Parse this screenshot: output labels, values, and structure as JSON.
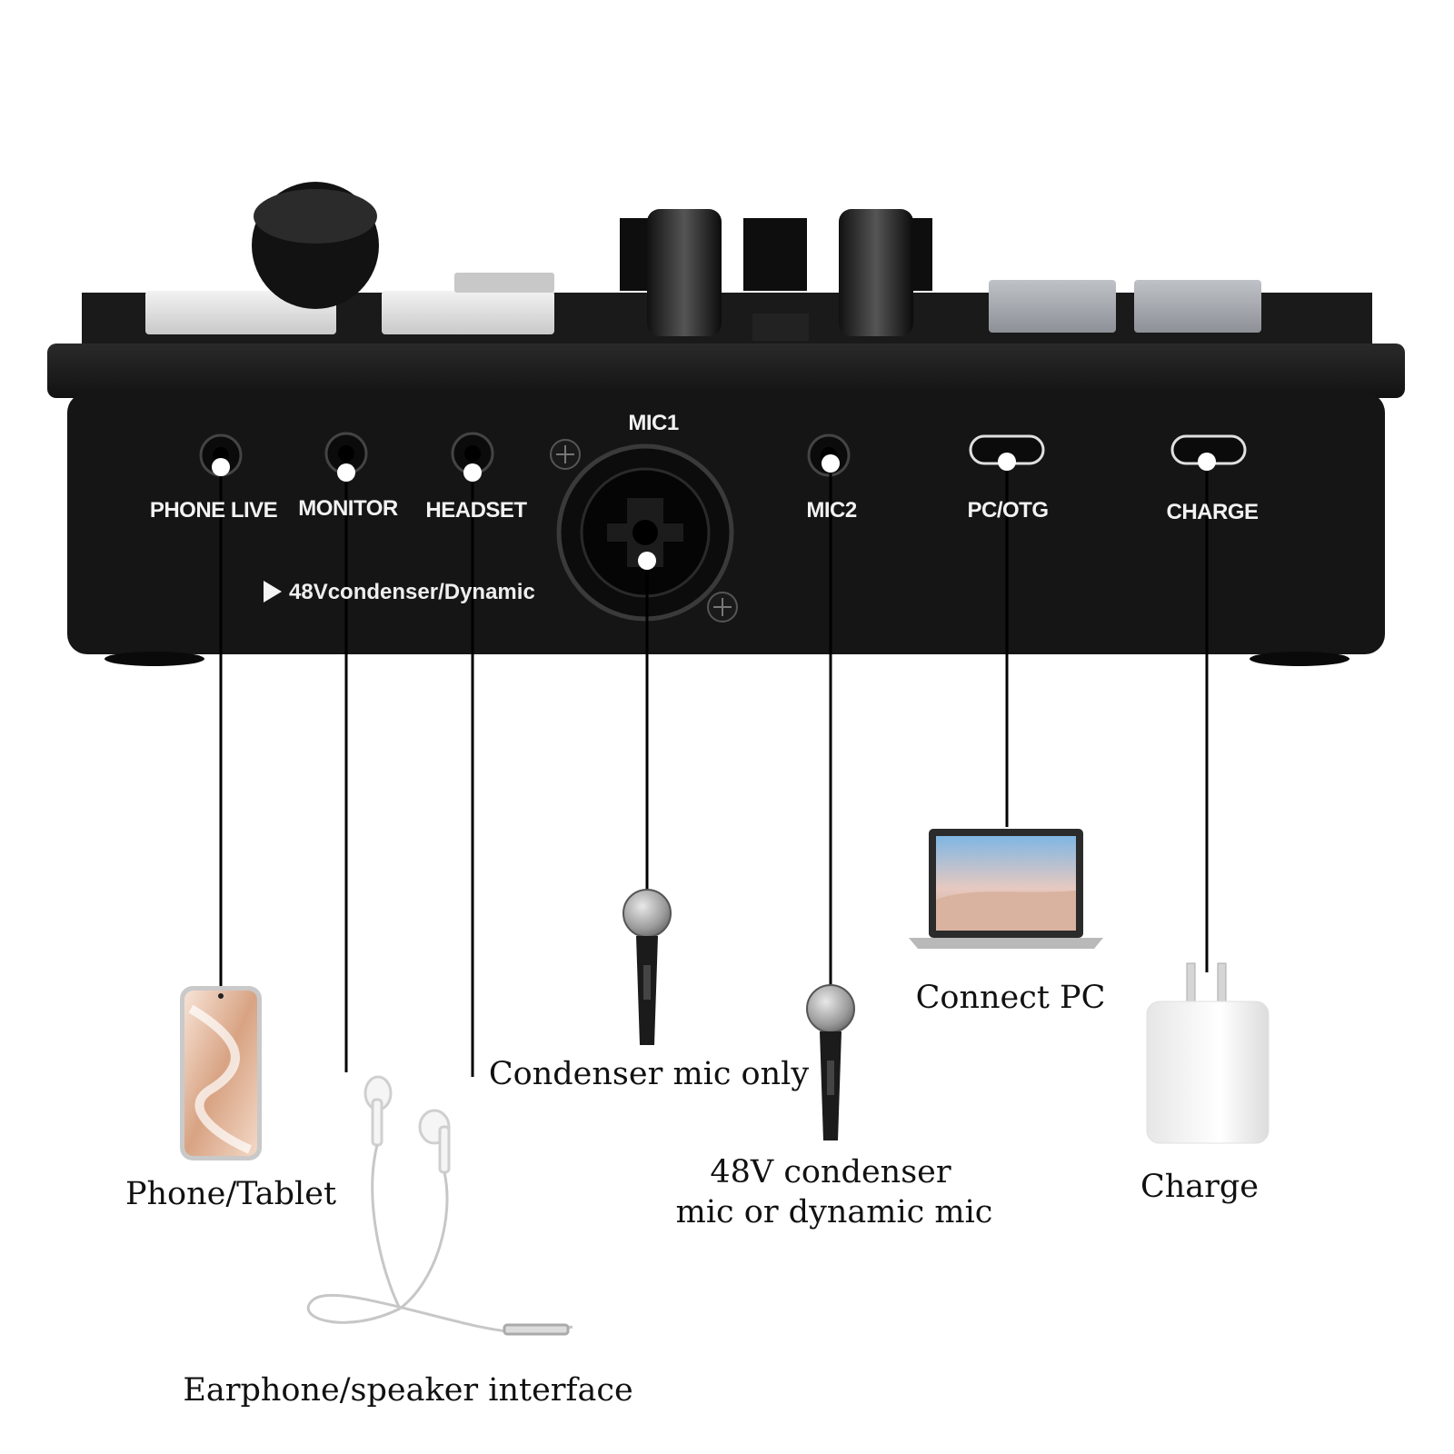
{
  "device": {
    "top_label": "MIC1",
    "note": "48Vcondenser/Dynamic",
    "ports": [
      {
        "id": "phone-live",
        "label": "PHONE LIVE"
      },
      {
        "id": "monitor",
        "label": "MONITOR"
      },
      {
        "id": "headset",
        "label": "HEADSET"
      },
      {
        "id": "mic2",
        "label": "MIC2"
      },
      {
        "id": "pc-otg",
        "label": "PC/OTG"
      },
      {
        "id": "charge",
        "label": "CHARGE"
      }
    ]
  },
  "connections": [
    {
      "target": "phone",
      "caption": "Phone/Tablet"
    },
    {
      "target": "earphone",
      "caption": "Earphone/speaker interface"
    },
    {
      "target": "mic",
      "caption": "Condenser mic only"
    },
    {
      "target": "mic2",
      "caption_line1": "48V condenser",
      "caption_line2": "mic or dynamic mic"
    },
    {
      "target": "laptop",
      "caption": "Connect PC"
    },
    {
      "target": "charger",
      "caption": "Charge"
    }
  ],
  "colors": {
    "device_body": "#1e1e1e",
    "device_face": "#141414",
    "line": "#000000",
    "label_text": "#f2f2f2",
    "caption_text": "#111111"
  }
}
